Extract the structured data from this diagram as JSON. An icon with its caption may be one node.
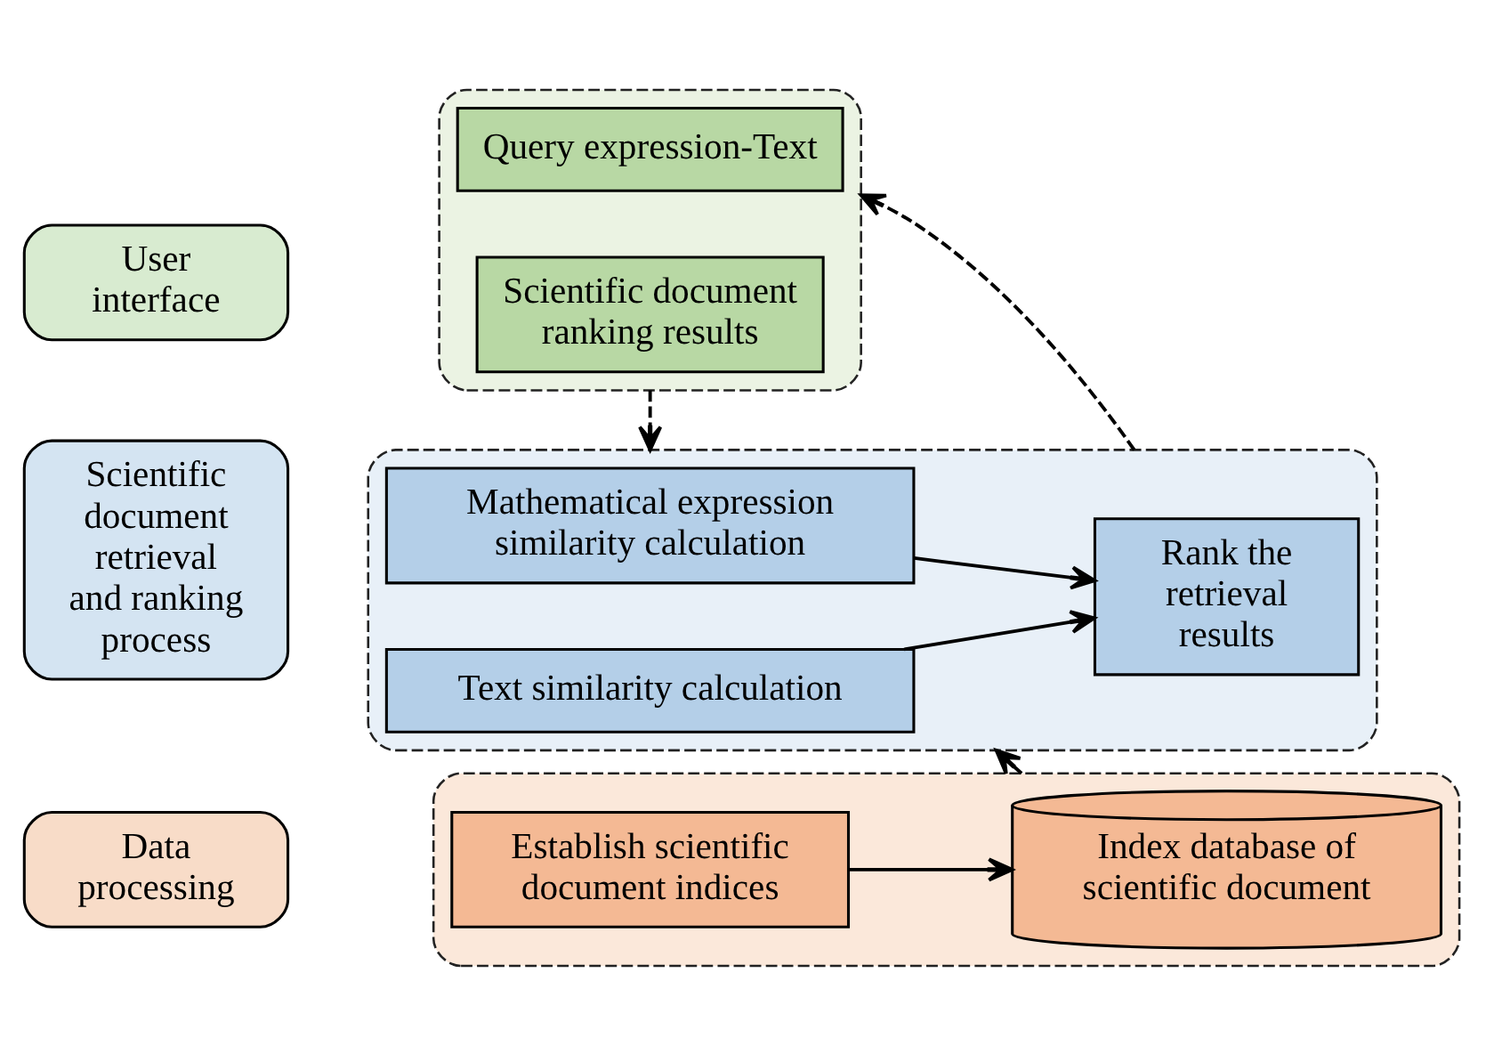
{
  "diagram": {
    "nodes": [
      {
        "text": [
          "User interface"
        ]
      },
      {
        "text": [],
        "shape": "box"
      },
      {
        "text": [
          "Query expression-Text"
        ],
        "in": 1
      },
      {
        "text": [
          "Scientific document ranking results"
        ],
        "in": 1
      },
      {
        "text": [
          "Scientific document retrieval and ranking process"
        ]
      },
      {
        "text": [],
        "shape": "box"
      },
      {
        "text": [
          "Mathematical expression similarity calculation"
        ],
        "in": 5
      },
      {
        "text": [
          "Text similarity calculation"
        ],
        "in": 5
      },
      {
        "text": [
          "Rank the retrieval results"
        ],
        "in": 5
      },
      {
        "text": [
          "Data processing"
        ]
      },
      {
        "text": [],
        "shape": "box"
      },
      {
        "text": [
          "Establish scientific document indices"
        ],
        "in": 10
      },
      {
        "text": [
          "Index database of scientific document"
        ],
        "in": 10
      }
    ],
    "edges": [
      {
        "from": 1,
        "to": 5,
        "arrow": "to",
        "style": "dashed"
      },
      {
        "from": 5,
        "to": 1,
        "arrow": "to",
        "style": "dashed"
      },
      {
        "from": 6,
        "to": 8,
        "arrow": "to"
      },
      {
        "from": 7,
        "to": 8,
        "arrow": "to"
      },
      {
        "from": 11,
        "to": 12,
        "arrow": "to"
      },
      {
        "from": 10,
        "to": 5,
        "arrow": "to",
        "style": "dashed"
      }
    ]
  }
}
